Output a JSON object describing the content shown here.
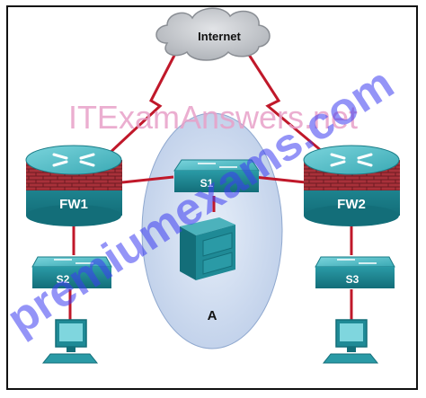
{
  "diagram": {
    "cloud_label": "Internet",
    "zone_label": "A",
    "firewalls": [
      {
        "id": "fw1",
        "label": "FW1"
      },
      {
        "id": "fw2",
        "label": "FW2"
      }
    ],
    "switches": [
      {
        "id": "s1",
        "label": "S1"
      },
      {
        "id": "s2",
        "label": "S2"
      },
      {
        "id": "s3",
        "label": "S3"
      }
    ],
    "watermarks": {
      "primary": "ITExamAnswers.net",
      "secondary": "premiumexams.com"
    },
    "colors": {
      "device_teal": "#1f8a96",
      "device_top": "#56c2cc",
      "firewall_brick": "#a8313a",
      "link_red": "#c0182a",
      "zone_fill": "#d6e2f3",
      "cloud_fill": "#c9ccd0",
      "watermark_primary": "#e8a0c8",
      "watermark_secondary": "#3d3df0"
    }
  }
}
